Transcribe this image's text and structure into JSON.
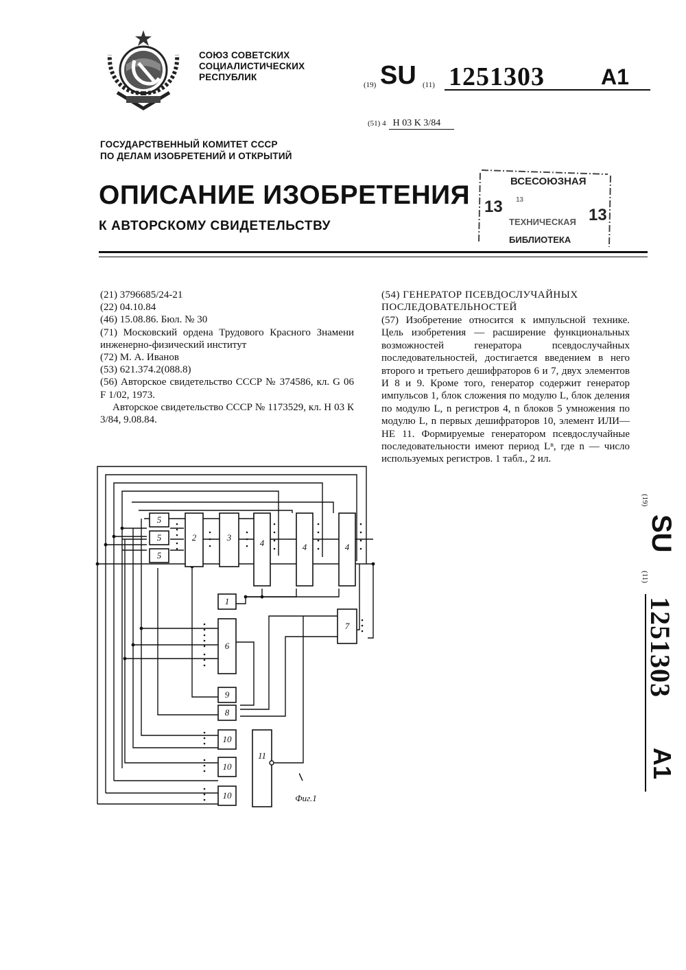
{
  "header": {
    "country_lines": [
      "СОЮЗ СОВЕТСКИХ",
      "СОЦИАЛИСТИЧЕСКИХ",
      "РЕСПУБЛИК"
    ],
    "code19": "(19)",
    "country_code": "SU",
    "code11": "(11)",
    "patent_number": "1251303",
    "kind_code": "A1",
    "code51": "(51) 4",
    "ipc": "H 03 K 3/84",
    "committee_lines": [
      "ГОСУДАРСТВЕННЫЙ КОМИТЕТ СССР",
      "ПО ДЕЛАМ ИЗОБРЕТЕНИЙ И ОТКРЫТИЙ"
    ],
    "title": "ОПИСАНИЕ ИЗОБРЕТЕНИЯ",
    "subtitle": "К АВТОРСКОМУ СВИДЕТЕЛЬСТВУ"
  },
  "stamp": {
    "line1": "ВСЕСОЮЗНАЯ",
    "line2": "13",
    "line3": "ТЕХНИЧЕСКАЯ",
    "line4": "БИБЛИОТЕКА",
    "num_left": "13",
    "num_right": "13"
  },
  "biblio": [
    "(21) 3796685/24-21",
    "(22) 04.10.84",
    "(46) 15.08.86. Бюл. № 30",
    "(71) Московский ордена Трудового Красного Знамени инженерно-физический институт",
    "(72) М. А. Иванов",
    "(53) 621.374.2(088.8)",
    "(56) Авторское свидетельство СССР № 374586, кл. G 06 F 1/02, 1973.",
    "Авторское свидетельство СССР № 1173529, кл. Н 03 К 3/84, 9.08.84."
  ],
  "abstract": {
    "title_lines": [
      "(54) ГЕНЕРАТОР ПСЕВДОСЛУЧАЙНЫХ",
      "ПОСЛЕДОВАТЕЛЬНОСТЕЙ"
    ],
    "text": "(57) Изобретение относится к импульсной технике. Цель изобретения — расширение функциональных возможностей генератора псевдослучайных последовательностей, достигается введением в него второго и третьего дешифраторов 6 и 7, двух элементов И 8 и 9. Кроме того, генератор содержит генератор импульсов 1, блок сложения по модулю L, блок деления по модулю L, n регистров 4, n блоков 5 умножения по модулю L, n первых дешифраторов 10, элемент ИЛИ—НЕ 11. Формируемые генератором псевдослучайные последовательности имеют период Lⁿ, где n — число используемых регистров. 1 табл., 2 ил."
  },
  "side": {
    "code19": "(19)",
    "country_code": "SU",
    "code11": "(11)",
    "patent_number": "1251303",
    "kind_code": "A1"
  },
  "figure": {
    "caption": "Фиг.1",
    "labels": {
      "b5a": "5",
      "b5b": "5",
      "b5c": "5",
      "b2": "2",
      "b3": "3",
      "b4a": "4",
      "b4b": "4",
      "b4c": "4",
      "b1": "1",
      "b7": "7",
      "b6": "6",
      "b9": "9",
      "b8": "8",
      "b10a": "10",
      "b10b": "10",
      "b10c": "10",
      "b11": "11"
    }
  }
}
